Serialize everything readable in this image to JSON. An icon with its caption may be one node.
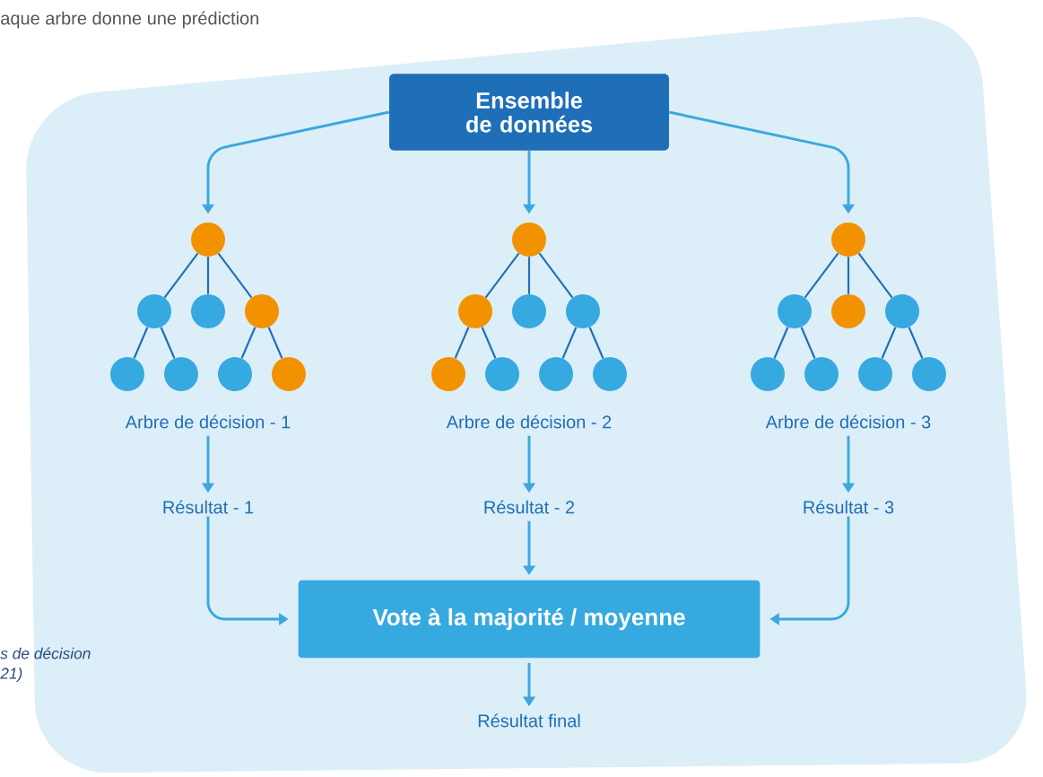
{
  "diagram": {
    "nodes": [
      {
        "text": [
          "Ensemble de données"
        ]
      },
      {
        "text": [],
        "shape": "circle"
      },
      {
        "text": [],
        "shape": "circle"
      },
      {
        "text": [],
        "shape": "circle"
      },
      {
        "text": [],
        "shape": "circle"
      },
      {
        "text": [],
        "shape": "circle"
      },
      {
        "text": [],
        "shape": "circle"
      },
      {
        "text": [],
        "shape": "circle"
      },
      {
        "text": [],
        "shape": "circle"
      },
      {
        "text": [
          "Arbre de décision - 1"
        ]
      },
      {
        "text": [
          "Résultat - 1"
        ]
      },
      {
        "text": [],
        "shape": "circle"
      },
      {
        "text": [],
        "shape": "circle"
      },
      {
        "text": [],
        "shape": "circle"
      },
      {
        "text": [],
        "shape": "circle"
      },
      {
        "text": [],
        "shape": "circle"
      },
      {
        "text": [],
        "shape": "circle"
      },
      {
        "text": [],
        "shape": "circle"
      },
      {
        "text": [],
        "shape": "circle"
      },
      {
        "text": [
          "Arbre de décision - 2"
        ]
      },
      {
        "text": [
          "Résultat - 2"
        ]
      },
      {
        "text": [],
        "shape": "circle"
      },
      {
        "text": [],
        "shape": "circle"
      },
      {
        "text": [],
        "shape": "circle"
      },
      {
        "text": [],
        "shape": "circle"
      },
      {
        "text": [],
        "shape": "circle"
      },
      {
        "text": [],
        "shape": "circle"
      },
      {
        "text": [],
        "shape": "circle"
      },
      {
        "text": [],
        "shape": "circle"
      },
      {
        "text": [
          "Arbre de décision - 3"
        ]
      },
      {
        "text": [
          "Résultat - 3"
        ]
      },
      {
        "text": [
          "Vote à la majorité / moyenne"
        ]
      },
      {
        "text": [
          "Résultat final"
        ]
      }
    ],
    "edges": [
      {
        "from": 0,
        "to": 1,
        "arrow": "to",
        "color": "#3aa8e0"
      },
      {
        "from": 0,
        "to": 11,
        "arrow": "to",
        "color": "#3aa8e0"
      },
      {
        "from": 0,
        "to": 21,
        "arrow": "to",
        "color": "#3aa8e0"
      },
      {
        "from": 1,
        "to": 2,
        "arrow": "none"
      },
      {
        "from": 1,
        "to": 3,
        "arrow": "none"
      },
      {
        "from": 1,
        "to": 4,
        "arrow": "none"
      },
      {
        "from": 2,
        "to": 5,
        "arrow": "none"
      },
      {
        "from": 2,
        "to": 6,
        "arrow": "none"
      },
      {
        "from": 4,
        "to": 7,
        "arrow": "none"
      },
      {
        "from": 4,
        "to": 8,
        "arrow": "none"
      },
      {
        "from": 11,
        "to": 12,
        "arrow": "none"
      },
      {
        "from": 11,
        "to": 13,
        "arrow": "none"
      },
      {
        "from": 11,
        "to": 14,
        "arrow": "none"
      },
      {
        "from": 12,
        "to": 15,
        "arrow": "none"
      },
      {
        "from": 12,
        "to": 16,
        "arrow": "none"
      },
      {
        "from": 14,
        "to": 17,
        "arrow": "none"
      },
      {
        "from": 14,
        "to": 18,
        "arrow": "none"
      },
      {
        "from": 21,
        "to": 22,
        "arrow": "none"
      },
      {
        "from": 21,
        "to": 23,
        "arrow": "none"
      },
      {
        "from": 21,
        "to": 24,
        "arrow": "none"
      },
      {
        "from": 22,
        "to": 25,
        "arrow": "none"
      },
      {
        "from": 22,
        "to": 26,
        "arrow": "none"
      },
      {
        "from": 24,
        "to": 27,
        "arrow": "none"
      },
      {
        "from": 24,
        "to": 28,
        "arrow": "none"
      },
      {
        "from": 9,
        "to": 10,
        "arrow": "to",
        "color": "#3aa8e0"
      },
      {
        "from": 19,
        "to": 20,
        "arrow": "to",
        "color": "#3aa8e0"
      },
      {
        "from": 29,
        "to": 30,
        "arrow": "to",
        "color": "#3aa8e0"
      },
      {
        "from": 10,
        "to": 31,
        "arrow": "to",
        "color": "#3aa8e0"
      },
      {
        "from": 20,
        "to": 31,
        "arrow": "to",
        "color": "#3aa8e0"
      },
      {
        "from": 30,
        "to": 31,
        "arrow": "to",
        "color": "#3aa8e0"
      },
      {
        "from": 31,
        "to": 32,
        "arrow": "to",
        "color": "#3aa8e0"
      }
    ],
    "labels": [
      "aque arbre donne une prédiction",
      "s de décision",
      "21)"
    ]
  }
}
